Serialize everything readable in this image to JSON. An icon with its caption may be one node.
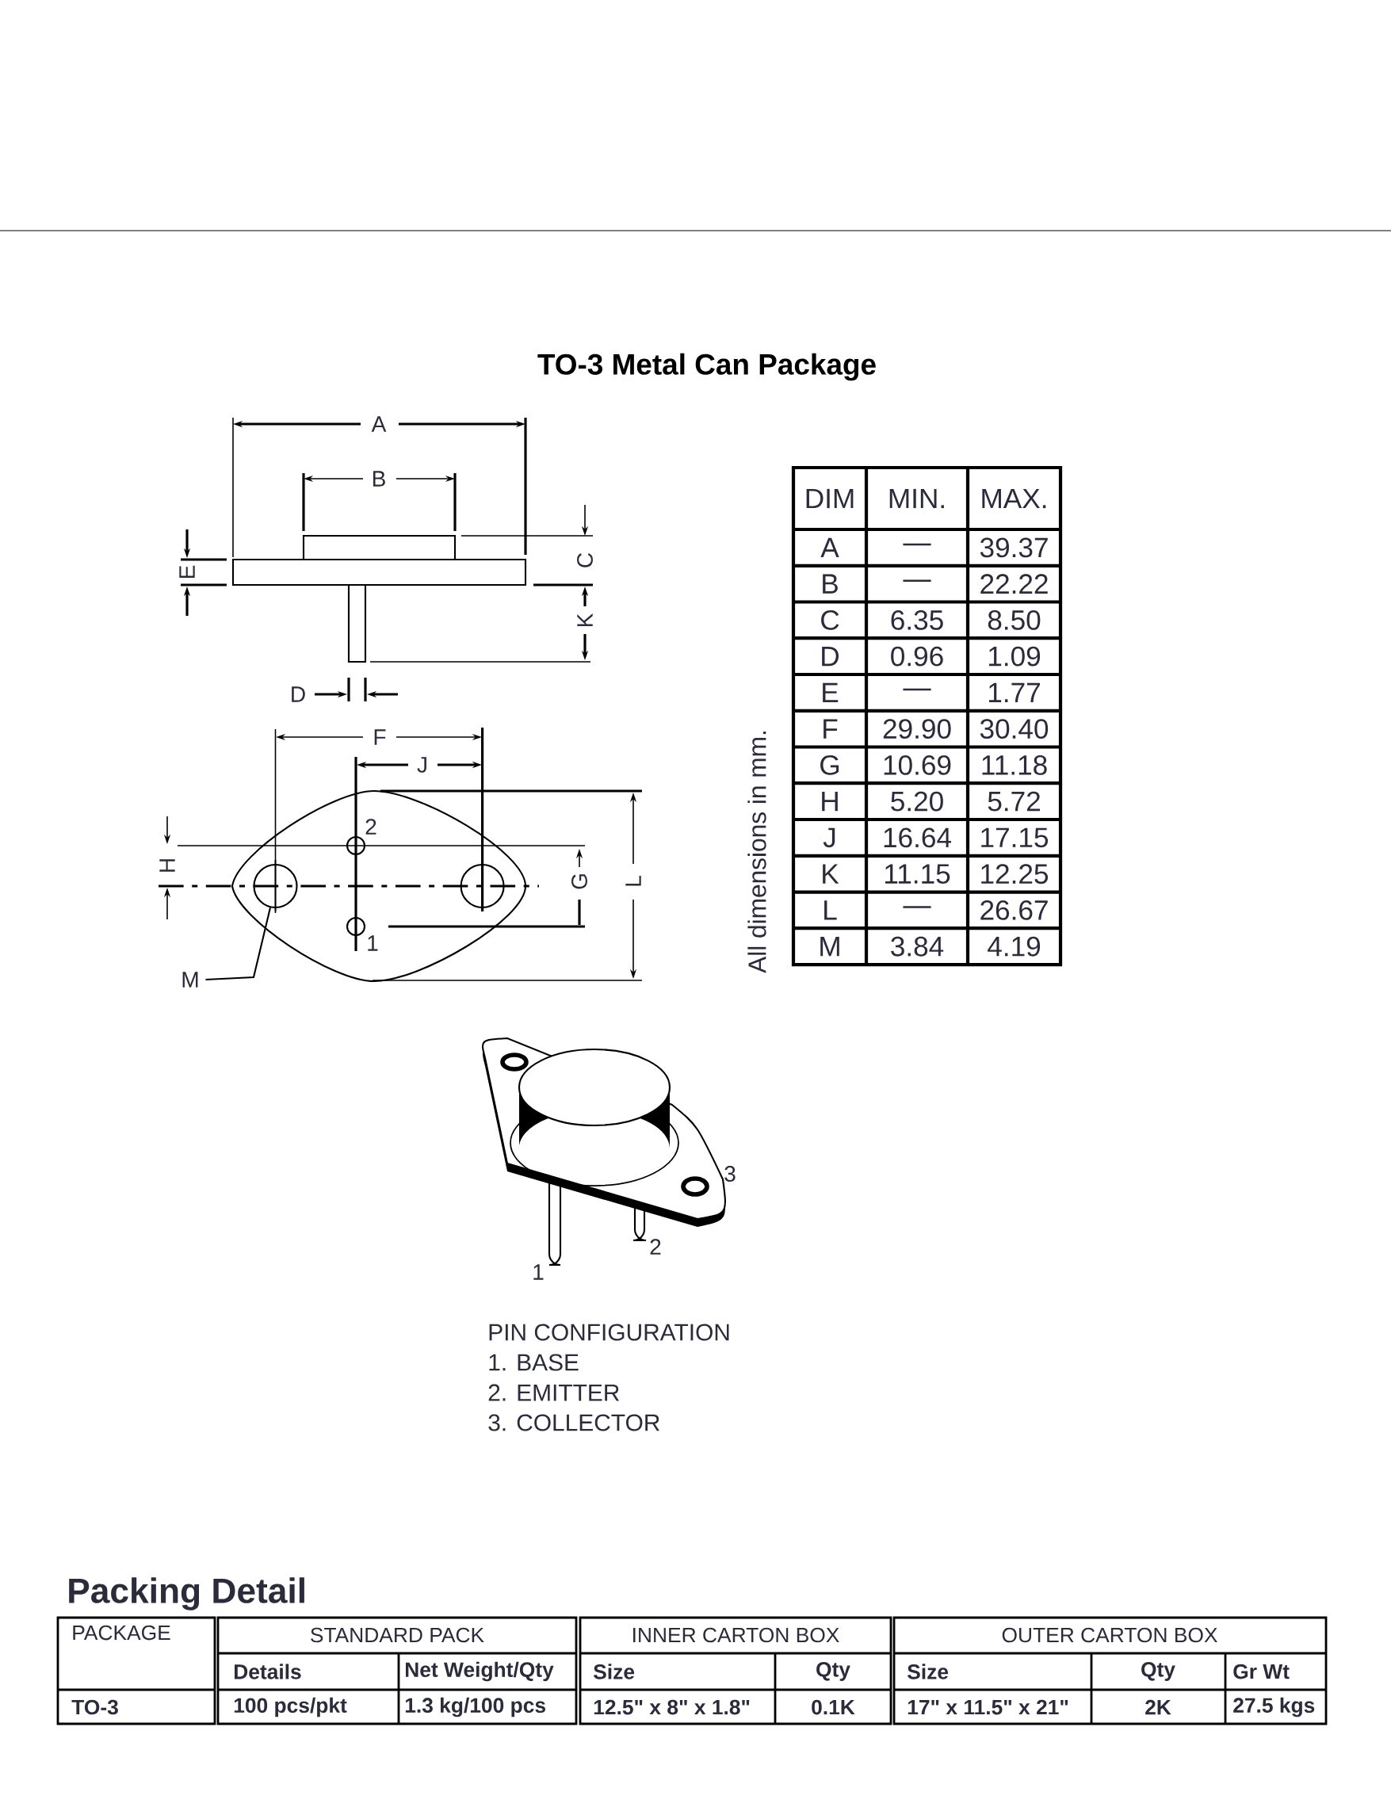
{
  "diagram": {
    "title": "TO-3 Metal Can Package",
    "nodes": [
      {
        "text": [
          "M"
        ]
      },
      {
        "text": [],
        "shape": "circle"
      }
    ],
    "edges": [
      {
        "from": 0,
        "to": 1,
        "arrow": "none"
      }
    ],
    "labels": [
      "A",
      "B",
      "E",
      "C",
      "K",
      "D",
      "F",
      "J",
      "2",
      "H",
      "G",
      "L",
      "1",
      "All dimensions in mm.",
      "DIM",
      "MIN.",
      "MAX.",
      "A",
      "—",
      "39.37",
      "B",
      "—",
      "22.22",
      "C",
      "6.35",
      "8.50",
      "D",
      "0.96",
      "1.09",
      "E",
      "—",
      "1.77",
      "F",
      "29.90",
      "30.40",
      "G",
      "10.69",
      "11.18",
      "H",
      "5.20",
      "5.72",
      "J",
      "16.64",
      "17.15",
      "K",
      "11.15",
      "12.25",
      "L",
      "—",
      "26.67",
      "M",
      "3.84",
      "4.19",
      "3",
      "2",
      "1",
      "PIN CONFIGURATION",
      "1.  BASE",
      "2.  EMITTER",
      "3.  COLLECTOR",
      "Packing Detail",
      "PACKAGE",
      "STANDARD PACK",
      "INNER CARTON BOX",
      "OUTER CARTON BOX",
      "Details",
      "Net Weight/Qty",
      "Size",
      "Qty",
      "Size",
      "Qty",
      "Gr Wt",
      "TO-3",
      "100 pcs/pkt",
      "1.3 kg/100 pcs",
      "12.5\" x 8\" x 1.8\"",
      "0.1K",
      "17\" x 11.5\" x 21\"",
      "2K",
      "27.5 kgs"
    ]
  }
}
